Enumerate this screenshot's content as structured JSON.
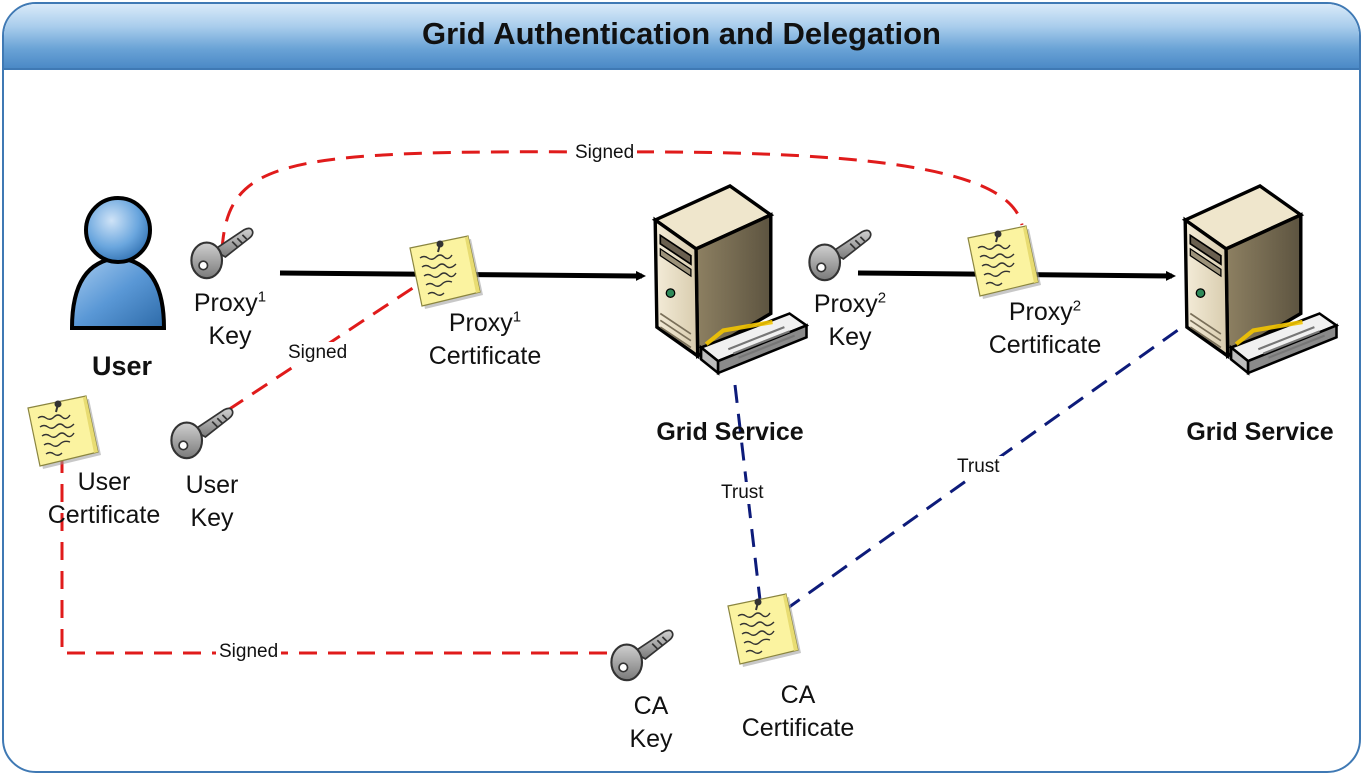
{
  "title": "Grid Authentication and Delegation",
  "actors": {
    "user": "User",
    "grid_service_1": "Grid Service",
    "grid_service_2": "Grid Service"
  },
  "keys": {
    "proxy1": {
      "name": "Proxy",
      "sup": "1",
      "line2": "Key"
    },
    "proxy2": {
      "name": "Proxy",
      "sup": "2",
      "line2": "Key"
    },
    "user": {
      "line1": "User",
      "line2": "Key"
    },
    "ca": {
      "line1": "CA",
      "line2": "Key"
    }
  },
  "certificates": {
    "proxy1": {
      "name": "Proxy",
      "sup": "1",
      "line2": "Certificate"
    },
    "proxy2": {
      "name": "Proxy",
      "sup": "2",
      "line2": "Certificate"
    },
    "user": {
      "line1": "User",
      "line2": "Certificate"
    },
    "ca": {
      "line1": "CA",
      "line2": "Certificate"
    }
  },
  "relations": {
    "signed_top": "Signed",
    "signed_mid": "Signed",
    "signed_bottom": "Signed",
    "trust_1": "Trust",
    "trust_2": "Trust"
  },
  "colors": {
    "signed": "#e01b1b",
    "trust": "#0d1b7a",
    "flow": "#000000",
    "header": "#4b89c6",
    "user_figure": "#4f8fd0",
    "certificate": "#fbf3a0"
  }
}
